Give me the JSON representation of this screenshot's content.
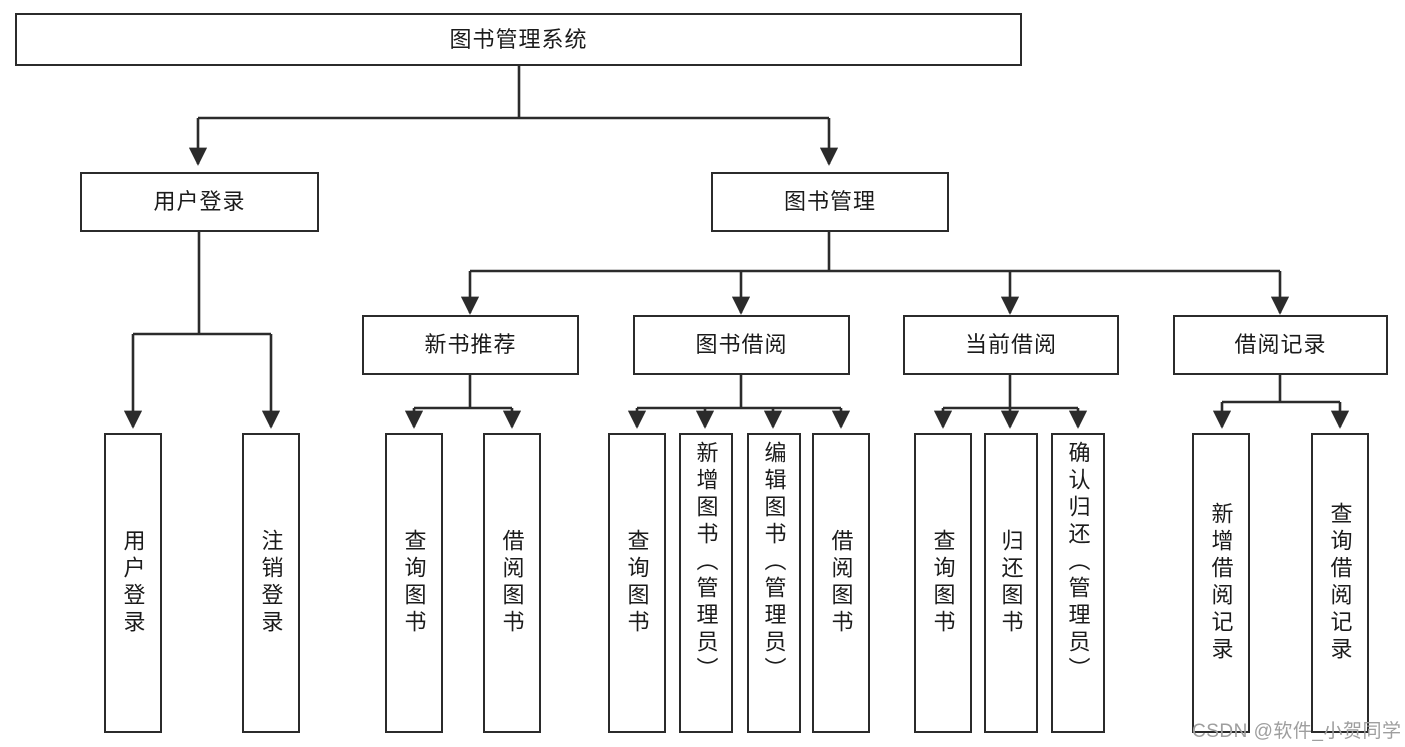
{
  "diagram": {
    "type": "tree",
    "title": "图书管理系统",
    "root": {
      "label": "图书管理系统"
    },
    "level2": [
      {
        "label": "用户登录"
      },
      {
        "label": "图书管理"
      }
    ],
    "level3": [
      {
        "label": "新书推荐"
      },
      {
        "label": "图书借阅"
      },
      {
        "label": "当前借阅"
      },
      {
        "label": "借阅记录"
      }
    ],
    "leaves": {
      "user_login": [
        {
          "label": "用户登录"
        },
        {
          "label": "注销登录"
        }
      ],
      "new_book_recommend": [
        {
          "label": "查询图书"
        },
        {
          "label": "借阅图书"
        }
      ],
      "book_borrow": [
        {
          "label": "查询图书"
        },
        {
          "label": "新增图书（管理员）"
        },
        {
          "label": "编辑图书（管理员）"
        },
        {
          "label": "借阅图书"
        }
      ],
      "current_borrow": [
        {
          "label": "查询图书"
        },
        {
          "label": "归还图书"
        },
        {
          "label": "确认归还（管理员）"
        }
      ],
      "borrow_record": [
        {
          "label": "新增借阅记录"
        },
        {
          "label": "查询借阅记录"
        }
      ]
    }
  },
  "watermark": {
    "text": "CSDN @软件_小贺同学"
  },
  "colors": {
    "stroke": "#2b2b2b",
    "background": "#ffffff",
    "text": "#1b1b1b",
    "watermark": "#9e9e9e"
  }
}
